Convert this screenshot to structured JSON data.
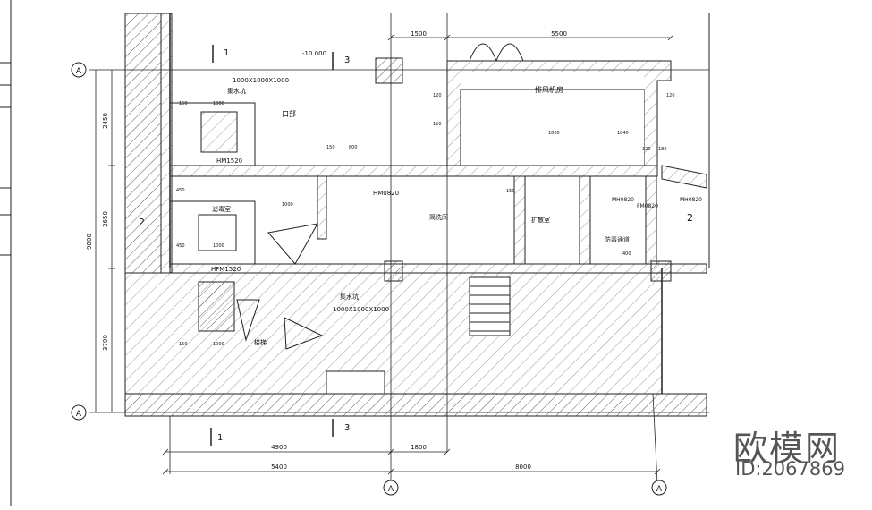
{
  "drawing": {
    "axis_label": "A",
    "rooms": {
      "exhaust_room": "排风机房",
      "filter_room": "滤毒室",
      "washroom": "简洗间",
      "decon_room": "防毒通道",
      "expansion_room": "扩散室",
      "shelter": "口部",
      "sump_upper": "集水坑",
      "sump_lower": "集水坑",
      "staircase": "楼梯"
    },
    "doors": {
      "hm1520_upper": "HM1520",
      "hfm1520_lower": "HFM1520",
      "hm0820_mid": "HM0820",
      "mh0820_right": "MH0820",
      "fm0820_right": "FM0820",
      "mh0820_far": "MH0820"
    },
    "notes": {
      "pit_size_upper": "1000X1000X1000",
      "pit_size_lower": "1000X1000X1000",
      "elevation": "-10.000"
    },
    "dims_top": [
      "1500",
      "5500"
    ],
    "dims_bottom_row1": [
      "4900",
      "1800"
    ],
    "dims_bottom_row2": [
      "5400",
      "8000"
    ],
    "dims_left": [
      "2450",
      "2650",
      "3700"
    ],
    "dims_left_total": "9800",
    "section_marks": {
      "left": "2",
      "right": "2",
      "top1": "1",
      "top3": "3",
      "bot1": "1",
      "bot3": "3"
    },
    "small_dims": [
      "150",
      "800",
      "1000",
      "150",
      "450",
      "450",
      "1000",
      "1000",
      "1000",
      "150",
      "1800",
      "1840",
      "120",
      "120",
      "120",
      "320",
      "180",
      "150",
      "400"
    ]
  },
  "watermark": {
    "logo": "欧模网",
    "id": "ID:2067869"
  }
}
